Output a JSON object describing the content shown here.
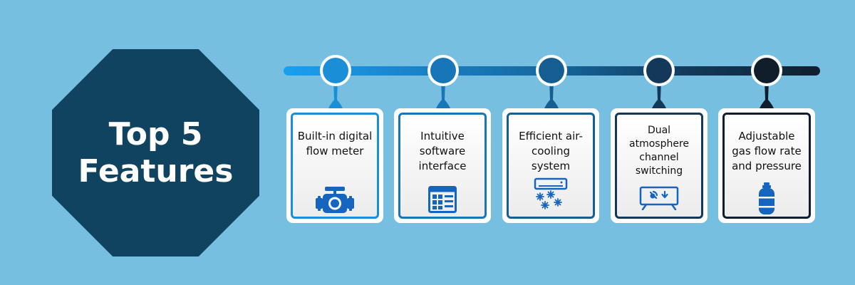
{
  "title": "Top 5 Features",
  "features": [
    {
      "label": "Built-in digital flow meter",
      "icon": "flow-meter-icon",
      "color": "#1a8fd8"
    },
    {
      "label": "Intuitive software interface",
      "icon": "software-window-icon",
      "color": "#1676b8"
    },
    {
      "label": "Efficient air-cooling system",
      "icon": "air-conditioner-icon",
      "color": "#145e92"
    },
    {
      "label": "Dual atmosphere channel switching",
      "icon": "monitor-switch-icon",
      "color": "#13385a"
    },
    {
      "label": "Adjustable gas flow rate and pressure",
      "icon": "gas-cylinder-icon",
      "color": "#101d2b"
    }
  ],
  "colors": {
    "background": "#76bfe1",
    "octagon": "#10435f",
    "icon_blue": "#1565c0"
  }
}
